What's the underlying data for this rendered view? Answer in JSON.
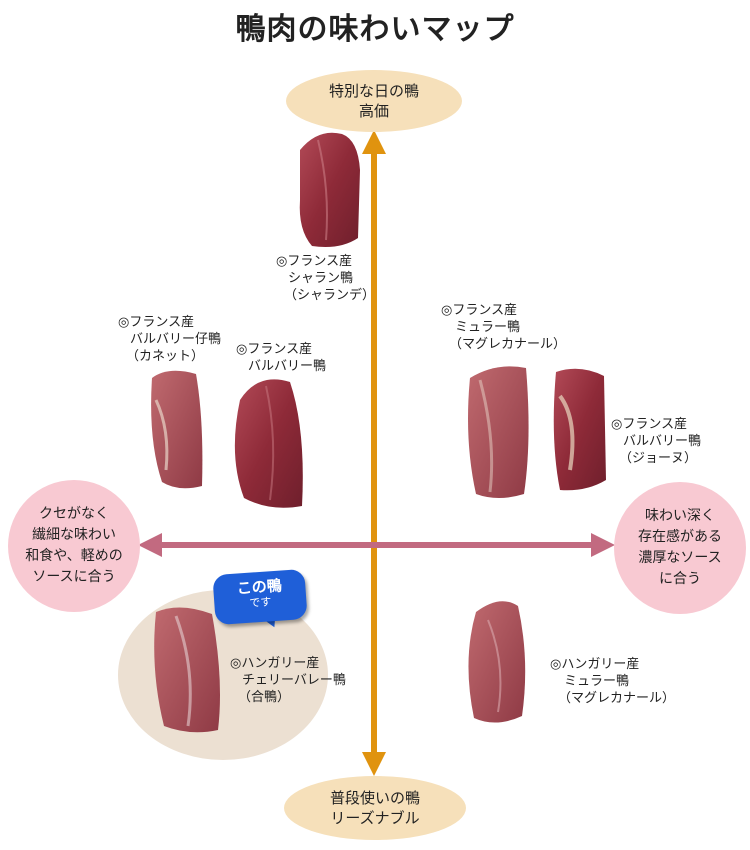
{
  "title": "鴨肉の味わいマップ",
  "axes": {
    "top": [
      "特別な日の鴨",
      "高価"
    ],
    "bottom": [
      "普段使いの鴨",
      "リーズナブル"
    ],
    "left": [
      "クセがなく",
      "繊細な味わい",
      "和食や、軽めの",
      "ソースに合う"
    ],
    "right": [
      "味わい深く",
      "存在感がある",
      "濃厚なソース",
      "に合う"
    ]
  },
  "products": [
    {
      "lines": [
        "◎フランス産",
        "シャラン鴨",
        "（シャランデ）"
      ]
    },
    {
      "lines": [
        "◎フランス産",
        "バルバリー仔鴨",
        "（カネット）"
      ]
    },
    {
      "lines": [
        "◎フランス産",
        "バルバリー鴨"
      ]
    },
    {
      "lines": [
        "◎フランス産",
        "ミュラー鴨",
        "（マグレカナール）"
      ]
    },
    {
      "lines": [
        "◎フランス産",
        "バルバリー鴨",
        "（ジョーヌ）"
      ]
    },
    {
      "lines": [
        "◎ハンガリー産",
        "チェリーバレー鴨",
        "（合鴨）"
      ]
    },
    {
      "lines": [
        "◎ハンガリー産",
        "ミュラー鴨",
        "（マグレカナール）"
      ]
    }
  ],
  "callout": {
    "main": "この鴨",
    "sub": "です"
  },
  "colors": {
    "vertical_axis": "#e0930f",
    "horizontal_axis": "#c26a80",
    "top_bottom_fill": "#f6e0ba",
    "side_fill": "#f8c9d2",
    "meat": "#9b2f3c"
  }
}
